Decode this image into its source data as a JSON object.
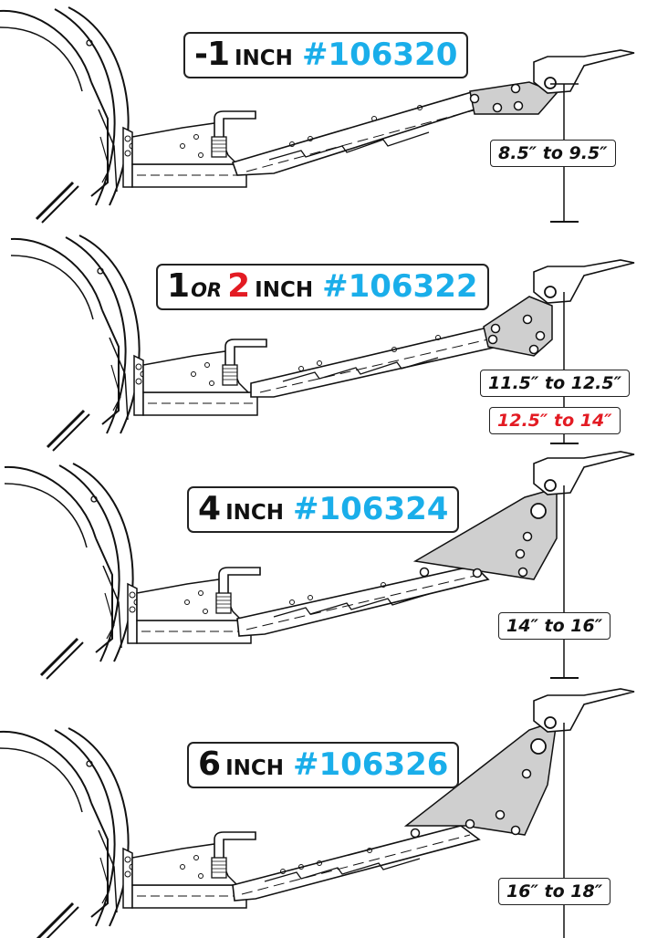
{
  "kits": [
    {
      "adjust": "-1",
      "unit": "INCH",
      "part": "#106320",
      "measurement": "8.5″ to 9.5″"
    },
    {
      "adjust_a": "1",
      "or": "OR",
      "adjust_b": "2",
      "unit": "INCH",
      "part": "#106322",
      "measurement": "11.5″ to 12.5″",
      "measurement_alt": "12.5″ to 14″"
    },
    {
      "adjust": "4",
      "unit": "INCH",
      "part": "#106324",
      "measurement": "14″ to 16″"
    },
    {
      "adjust": "6",
      "unit": "INCH",
      "part": "#106326",
      "measurement": "16″ to 18″"
    }
  ],
  "colors": {
    "part_number": "#1aaeea",
    "highlight": "#e31b23",
    "bracket_fill": "#cfcfcf"
  }
}
